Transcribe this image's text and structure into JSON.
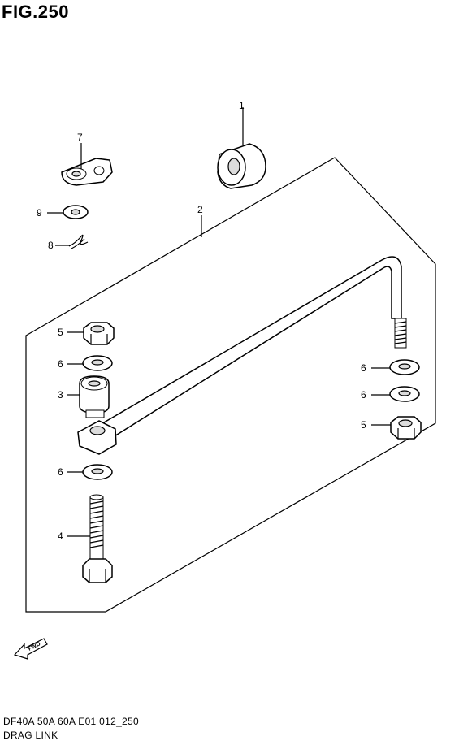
{
  "figure": {
    "title": "FIG.250",
    "model_code": "DF40A 50A 60A E01 012_250",
    "name": "DRAG LINK"
  },
  "callouts": {
    "c1": "1",
    "c2": "2",
    "c7": "7",
    "c9": "9",
    "c8": "8",
    "c5_left": "5",
    "c6_left_top": "6",
    "c3": "3",
    "c6_left_bottom": "6",
    "c4": "4",
    "c6_right_top": "6",
    "c6_right_bottom": "6",
    "c5_right": "5"
  },
  "direction_marker": {
    "label": "FWD"
  }
}
